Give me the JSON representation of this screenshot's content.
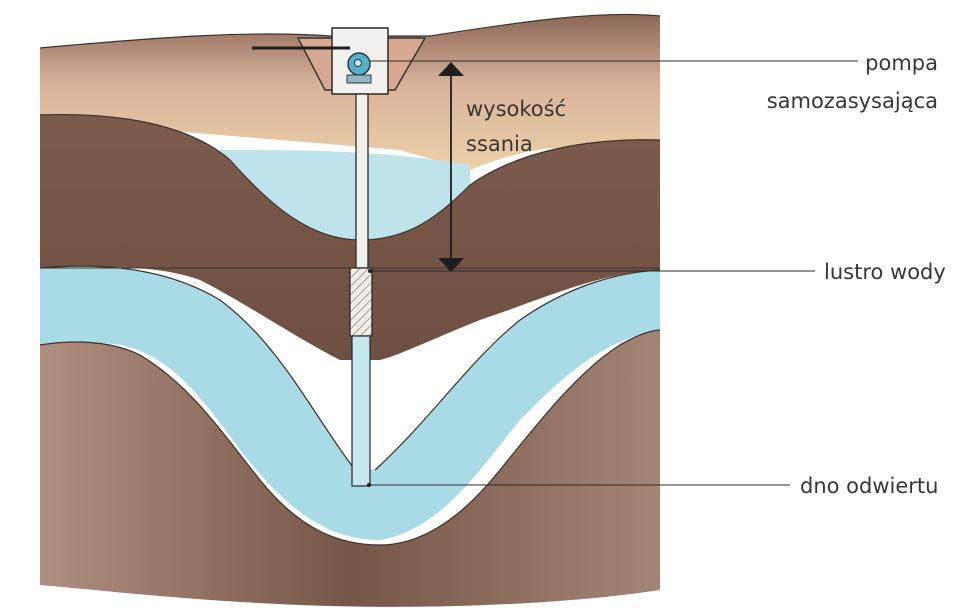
{
  "labels": {
    "pump_line1": "pompa",
    "pump_line2": "samozasysająca",
    "suction_line1": "wysokość",
    "suction_line2": "ssania",
    "water_level": "lustro wody",
    "well_bottom": "dno odwiertu"
  },
  "colors": {
    "soil_dark": "#7a5848",
    "soil_light": "#d9b49a",
    "sand": "#e8c79a",
    "water": "#a9dbe6",
    "line": "#2a2a2a"
  }
}
